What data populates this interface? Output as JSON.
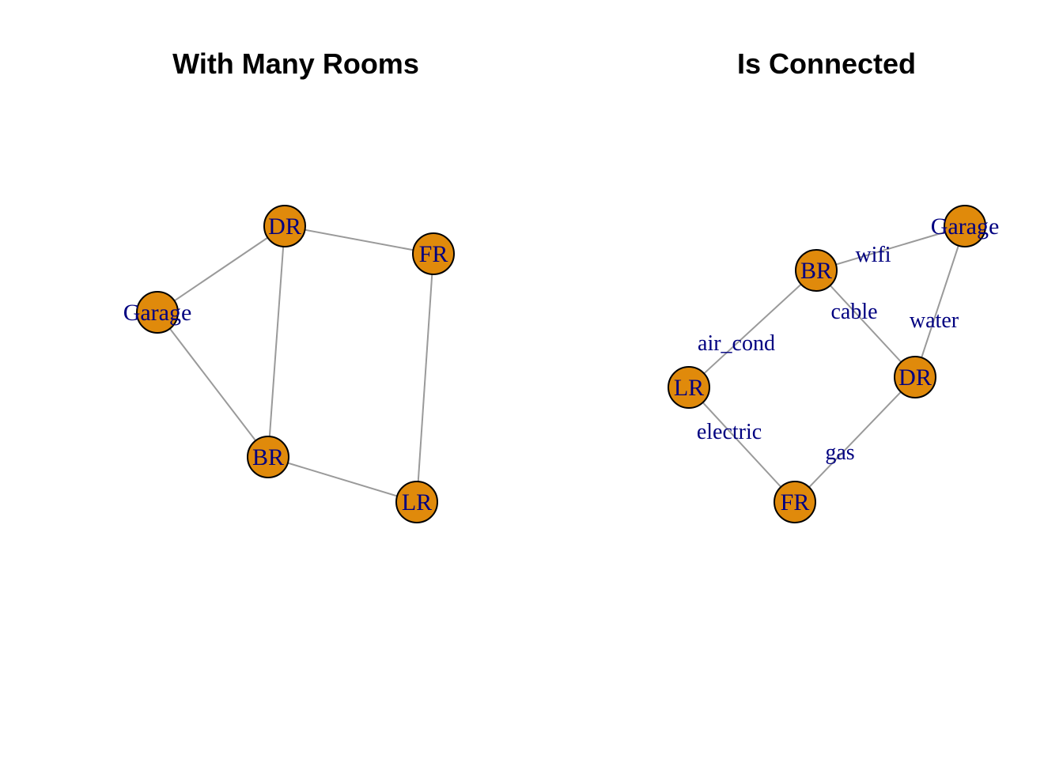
{
  "colors": {
    "node_fill": "#e08a0b",
    "node_stroke": "#000000",
    "edge": "#9a9a9a",
    "label": "#000080",
    "title": "#000000"
  },
  "panels": [
    {
      "title": "With Many Rooms",
      "nodes": [
        "DR",
        "FR",
        "Garage",
        "BR",
        "LR"
      ],
      "edges": [
        {
          "from": "DR",
          "to": "FR",
          "label": ""
        },
        {
          "from": "DR",
          "to": "Garage",
          "label": ""
        },
        {
          "from": "DR",
          "to": "BR",
          "label": ""
        },
        {
          "from": "FR",
          "to": "LR",
          "label": ""
        },
        {
          "from": "Garage",
          "to": "BR",
          "label": ""
        },
        {
          "from": "BR",
          "to": "LR",
          "label": ""
        }
      ]
    },
    {
      "title": "Is Connected",
      "nodes": [
        "Garage",
        "BR",
        "LR",
        "DR",
        "FR"
      ],
      "edges": [
        {
          "from": "BR",
          "to": "Garage",
          "label": "wifi"
        },
        {
          "from": "BR",
          "to": "DR",
          "label": "cable"
        },
        {
          "from": "Garage",
          "to": "DR",
          "label": "water"
        },
        {
          "from": "BR",
          "to": "LR",
          "label": "air_cond"
        },
        {
          "from": "LR",
          "to": "FR",
          "label": "electric"
        },
        {
          "from": "DR",
          "to": "FR",
          "label": "gas"
        }
      ]
    }
  ]
}
